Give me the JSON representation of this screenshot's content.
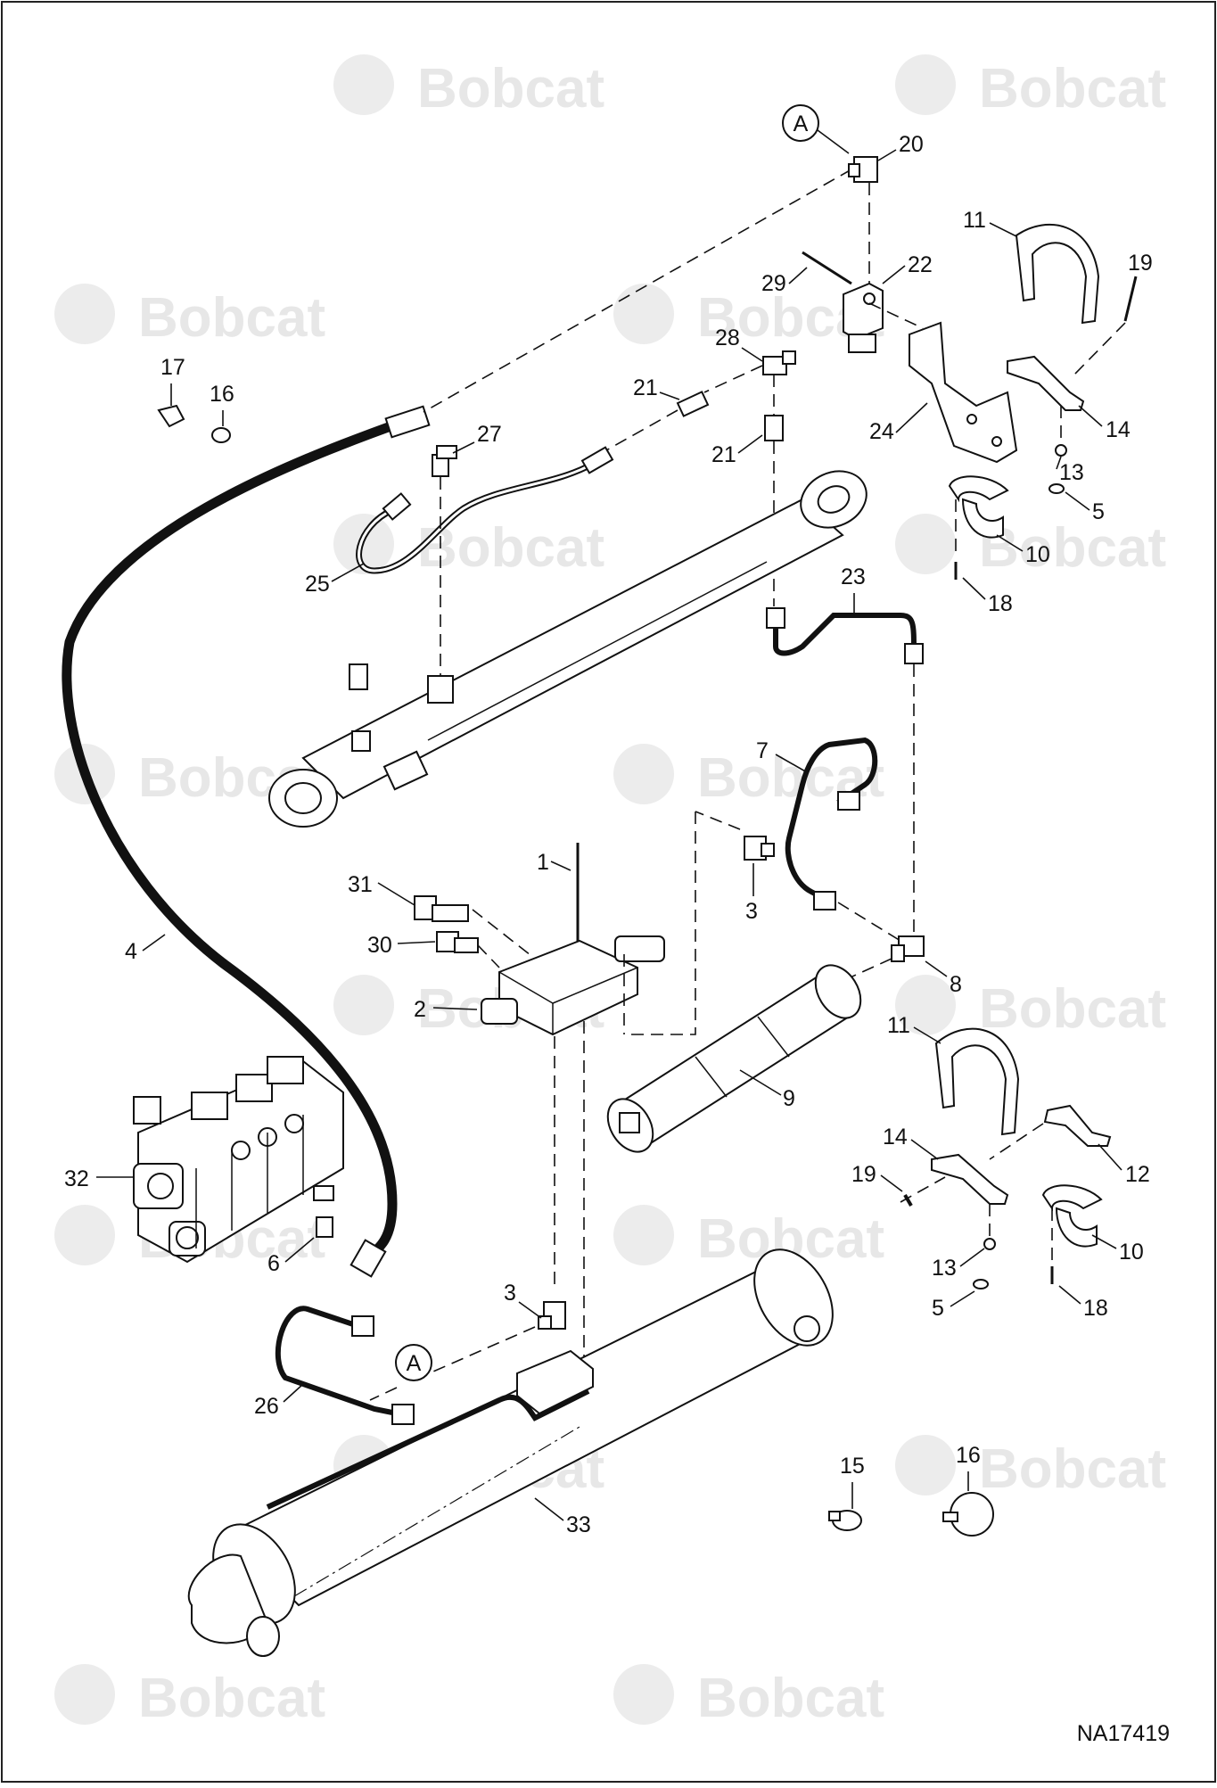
{
  "brand": "Bobcat",
  "drawing_number": "NA17419",
  "reference_marker": "A",
  "colors": {
    "line": "#111111",
    "watermark": "#e7e7e7",
    "background": "#ffffff"
  },
  "callouts": [
    "1",
    "2",
    "3",
    "3",
    "4",
    "5",
    "5",
    "6",
    "7",
    "8",
    "9",
    "10",
    "10",
    "11",
    "11",
    "12",
    "13",
    "13",
    "14",
    "14",
    "15",
    "16",
    "16",
    "17",
    "18",
    "18",
    "19",
    "19",
    "20",
    "21",
    "21",
    "22",
    "23",
    "24",
    "25",
    "26",
    "27",
    "28",
    "29",
    "30",
    "31",
    "32",
    "33"
  ]
}
